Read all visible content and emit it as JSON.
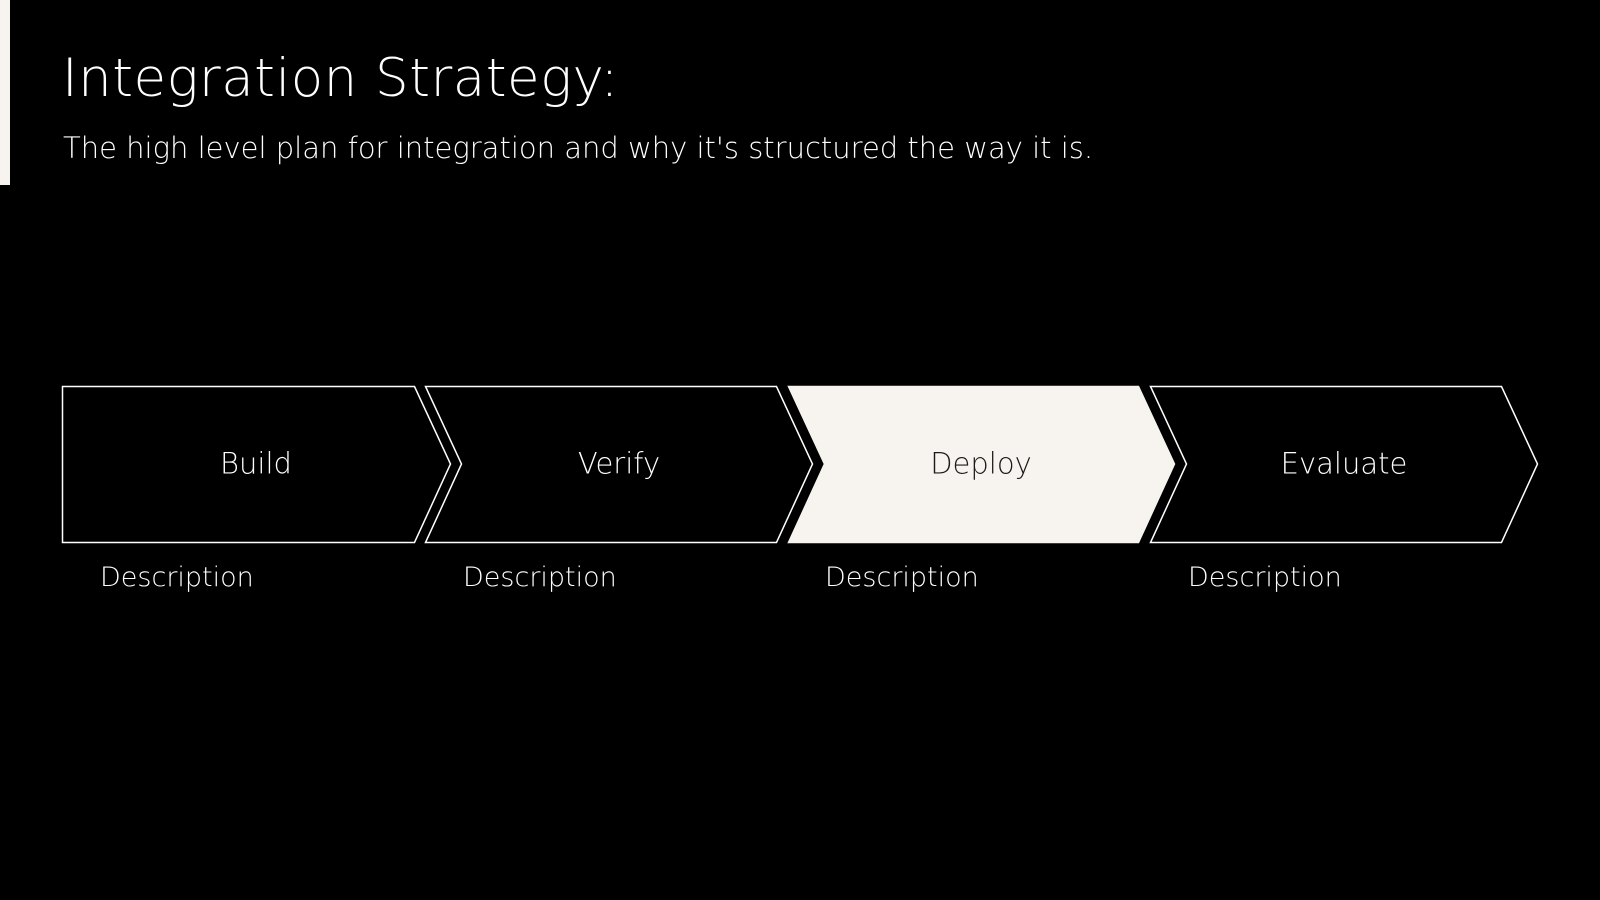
{
  "slide": {
    "title": "Integration Strategy:",
    "subtitle": "The high level plan for integration and why it's structured the way it is."
  },
  "steps": [
    {
      "label": "Build",
      "description": "Description",
      "highlighted": false
    },
    {
      "label": "Verify",
      "description": "Description",
      "highlighted": false
    },
    {
      "label": "Deploy",
      "description": "Description",
      "highlighted": true
    },
    {
      "label": "Evaluate",
      "description": "Description",
      "highlighted": false
    }
  ],
  "colors": {
    "background": "#000000",
    "outline": "#ffffff",
    "highlight_fill": "#f7f4ef",
    "text_light": "#ffffff",
    "text_dark": "#1a1a1a"
  }
}
